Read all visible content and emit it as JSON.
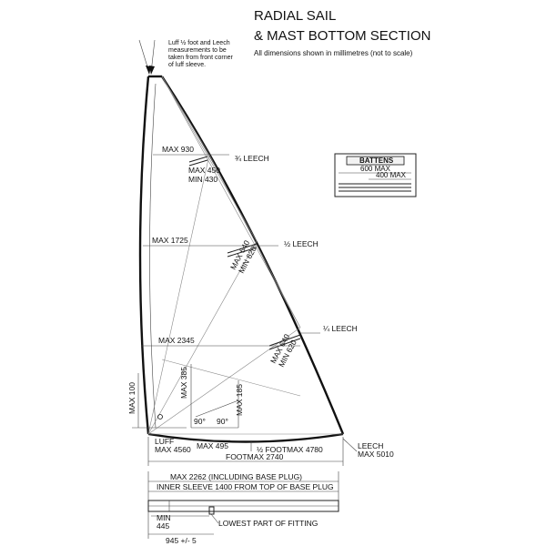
{
  "title": {
    "line1": "RADIAL SAIL",
    "line2": "& MAST BOTTOM SECTION",
    "subtitle": "All dimensions shown in millimetres (not to scale)"
  },
  "note": {
    "line1": "Luff ½ foot and Leech",
    "line2": "measurements to be",
    "line3": "taken from front corner",
    "line4": "of luff sleeve."
  },
  "battens": {
    "title": "BATTENS",
    "max_long": "600 MAX",
    "max_short": "400 MAX"
  },
  "sail": {
    "max_930": "MAX 930",
    "three_quarter_leech": "¾ LEECH",
    "max_450": "MAX 450",
    "min_430": "MIN 430",
    "max_1725": "MAX 1725",
    "half_leech": "½ LEECH",
    "max_640_a": "MAX 640",
    "min_620_a": "MIN 620",
    "max_2345": "MAX 2345",
    "quarter_leech": "¼ LEECH",
    "max_640_b": "MAX 640",
    "min_620_b": "MIN 620",
    "max_385": "MAX 385",
    "max_185": "MAX 185",
    "max_100": "MAX 100",
    "angle_1": "90°",
    "angle_2": "90°",
    "luff": "LUFF",
    "luff_max": "MAX 4560",
    "max_495": "MAX 495",
    "half_foot": "½ FOOTMAX 4780",
    "leech": "LEECH",
    "leech_max": "MAX 5010",
    "foot": "FOOTMAX 2740"
  },
  "mast": {
    "max_2262": "MAX 2262  (INCLUDING BASE PLUG)",
    "inner_sleeve": "INNER SLEEVE 1400 FROM TOP OF BASE PLUG",
    "min": "MIN",
    "min_value": "445",
    "lowest_part": "LOWEST PART OF FITTING",
    "bottom_dim": "945 +/- 5"
  }
}
